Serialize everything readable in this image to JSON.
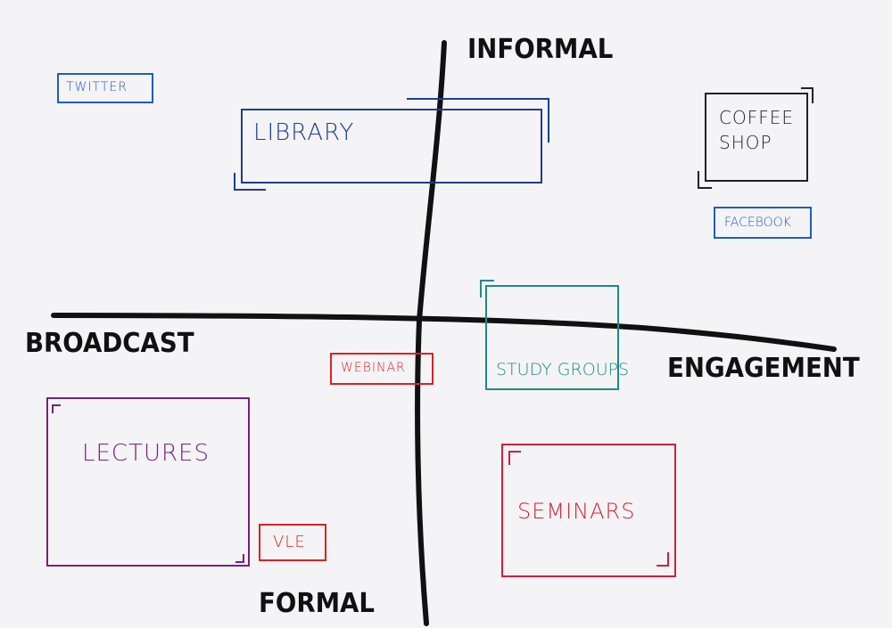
{
  "axes": {
    "top": "INFORMAL",
    "bottom": "FORMAL",
    "left": "BROADCAST",
    "right": "ENGAGEMENT"
  },
  "items": {
    "twitter": {
      "label": "TWITTER",
      "color": "#1f5cc4"
    },
    "library": {
      "label": "LIBRARY",
      "color": "#1e3c94"
    },
    "coffee_shop": {
      "label_line1": "COFFEE",
      "label_line2": "SHOP",
      "color": "#222222"
    },
    "facebook": {
      "label": "FACEBOOK",
      "color": "#1f5cc4"
    },
    "webinar": {
      "label": "WEBINAR",
      "color": "#e02020"
    },
    "study_groups": {
      "label": "STUDY GROUPS",
      "color": "#1f8a8a"
    },
    "lectures": {
      "label": "LECTURES",
      "color": "#7a1f7a"
    },
    "vle": {
      "label": "VLE",
      "color": "#e02020"
    },
    "seminars": {
      "label": "SEMINARS",
      "color": "#d41e3a"
    }
  }
}
